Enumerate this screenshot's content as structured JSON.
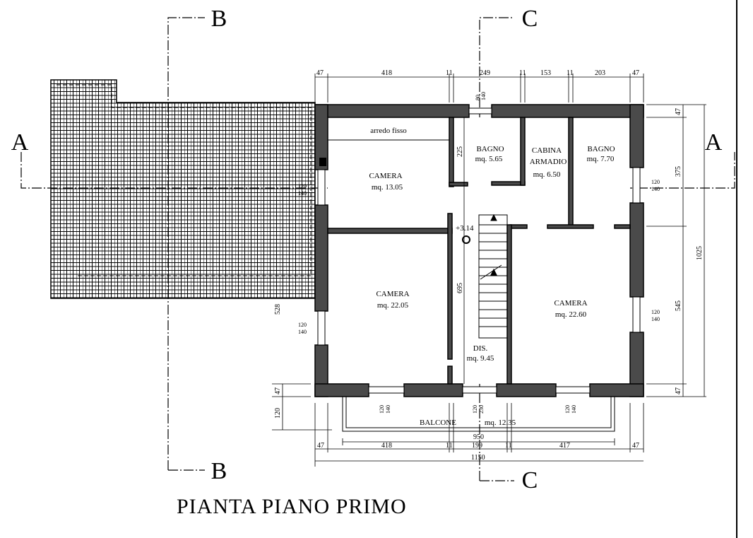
{
  "title": "PIANTA PIANO PRIMO",
  "sections": {
    "a_left": "A",
    "a_right": "A",
    "b_top": "B",
    "b_bottom": "B",
    "c_top": "C",
    "c_bottom": "C"
  },
  "rooms": [
    {
      "name": "CAMERA",
      "area": "mq. 13.05"
    },
    {
      "name": "BAGNO",
      "area": "mq. 5.65"
    },
    {
      "name": "CABINA",
      "name2": "ARMADIO",
      "area": "mq. 6.50"
    },
    {
      "name": "BAGNO",
      "area": "mq. 7.70"
    },
    {
      "name": "CAMERA",
      "area": "mq. 22.05"
    },
    {
      "name": "CAMERA",
      "area": "mq. 22.60"
    },
    {
      "name": "DIS.",
      "area": "mq. 9.45"
    },
    {
      "name": "BALCONE",
      "area": "mq. 12.35"
    }
  ],
  "furniture_label": "arredo fisso",
  "level": "+3.14",
  "dims_top": [
    "47",
    "418",
    "11",
    "249",
    "11",
    "153",
    "11",
    "203",
    "47"
  ],
  "dims_bottom": [
    "47",
    "418",
    "11",
    "199",
    "11",
    "417",
    "47"
  ],
  "dim_balcony_width": "950",
  "dim_total_width": "1150",
  "dims_right": [
    "47",
    "375",
    "545",
    "47"
  ],
  "dim_total_depth": "1025",
  "dims_left": [
    "47",
    "120",
    "528"
  ],
  "dims_inner": [
    "225",
    "695"
  ],
  "windows": {
    "top": [
      "80",
      "140"
    ],
    "left1": [
      "120",
      "140"
    ],
    "left2": [
      "120",
      "140"
    ],
    "right1": [
      "120",
      "140"
    ],
    "right2": [
      "120",
      "140"
    ],
    "bottom1": [
      "120",
      "140"
    ],
    "bottom2": [
      "120",
      "230"
    ],
    "bottom3": [
      "120",
      "140"
    ]
  }
}
